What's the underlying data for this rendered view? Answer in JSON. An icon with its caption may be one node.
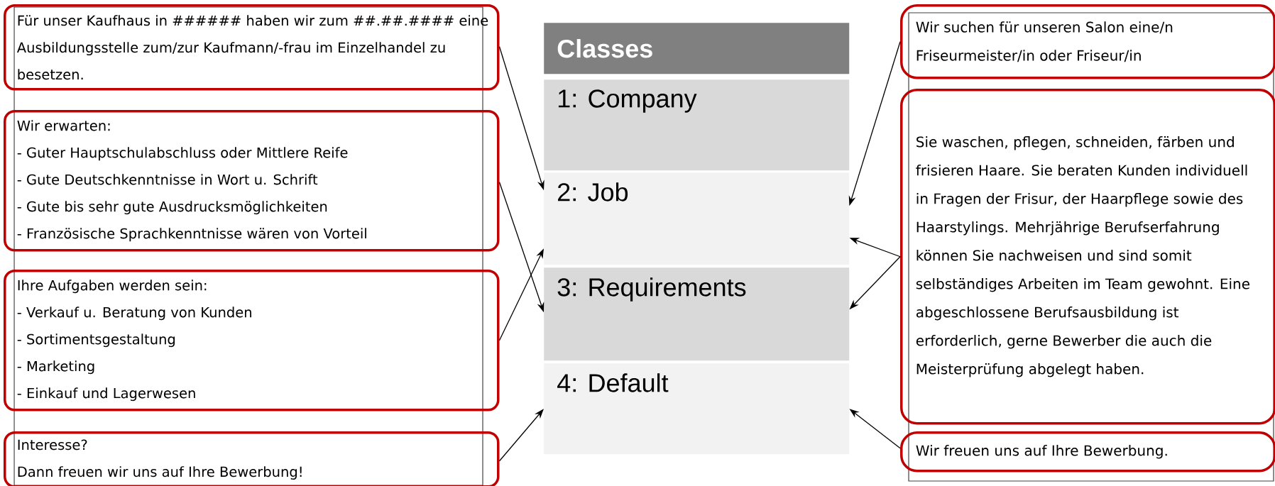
{
  "diagram": {
    "nodes": [
      {
        "text": [
          "Für unser Kaufhaus in ###### haben wir zum ##.##.#### eine Ausbildungsstelle zum/zur Kaufmann/-frau im Einzelhandel zu besetzen."
        ]
      },
      {
        "text": [
          "Wir erwarten:",
          "- Guter Hauptschulabschluss oder Mittlere Reife",
          "- Gute Deutschkenntnisse in Wort u. Schrift",
          "- Gute bis sehr gute Ausdrucksmöglichkeiten",
          "- Französische Sprachkenntnisse wären von Vorteil"
        ]
      },
      {
        "text": [
          "Ihre Aufgaben werden sein:",
          "- Verkauf u. Beratung von Kunden",
          "- Sortimentsgestaltung",
          "- Marketing",
          "- Einkauf und Lagerwesen"
        ]
      },
      {
        "text": [
          "Interesse?",
          "Dann freuen wir uns auf Ihre Bewerbung!"
        ]
      },
      {
        "text": [
          "Classes"
        ]
      },
      {
        "text": [
          "1: Company"
        ]
      },
      {
        "text": [
          "2: Job"
        ]
      },
      {
        "text": [
          "3: Requirements"
        ]
      },
      {
        "text": [
          "4: Default"
        ]
      },
      {
        "text": [
          "Wir suchen für unseren Salon eine/n Friseurmeister/in oder Friseur/in"
        ]
      },
      {
        "text": [
          "Sie waschen, pflegen, schneiden, färben und frisieren Haare. Sie beraten Kunden individuell in Fragen der Frisur, der Haarpflege sowie des Haarstylings. Mehrjährige Berufserfahrung können Sie nachweisen und sind somit selbständiges Arbeiten im Team gewohnt. Eine abgeschlossene Berufsausbildung ist erforderlich, gerne Bewerber die auch die Meisterprüfung abgelegt haben."
        ]
      },
      {
        "text": [
          "Wir freuen uns auf Ihre Bewerbung."
        ]
      }
    ],
    "edges": [
      {
        "from": 0,
        "to": 6,
        "arrow": "to"
      },
      {
        "from": 1,
        "to": 7,
        "arrow": "to"
      },
      {
        "from": 2,
        "to": 6,
        "arrow": "to"
      },
      {
        "from": 3,
        "to": 8,
        "arrow": "to"
      },
      {
        "from": 9,
        "to": 6,
        "arrow": "to"
      },
      {
        "from": 10,
        "to": 6,
        "arrow": "to"
      },
      {
        "from": 10,
        "to": 7,
        "arrow": "to"
      },
      {
        "from": 11,
        "to": 8,
        "arrow": "to"
      }
    ]
  }
}
